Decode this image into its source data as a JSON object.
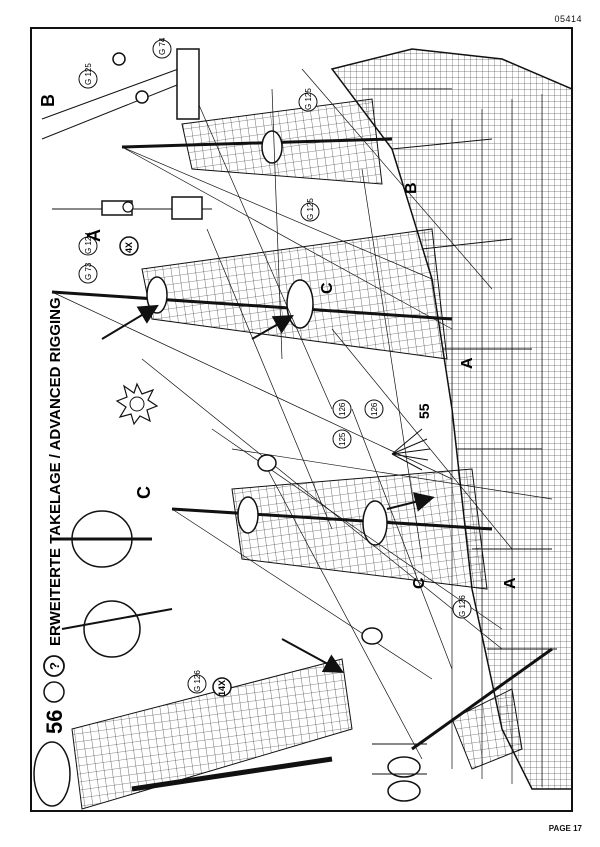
{
  "header": {
    "code": "05414"
  },
  "footer": {
    "page": "PAGE 17"
  },
  "step": {
    "number": "56",
    "title": "ERWEITERTE TAKELAGE / ADVANCED RIGGING"
  },
  "detail_labels": {
    "a": "A",
    "b": "B",
    "c": "C"
  },
  "parts": {
    "g125": "G 125",
    "g124": "G 124",
    "g126": "G 126",
    "g73": "G 73",
    "g74": "G 74",
    "p125": "125",
    "p126": "126",
    "g": "G"
  },
  "multipliers": {
    "x4": "4X",
    "x14": "14X"
  },
  "callouts": {
    "part55": "55",
    "mark_a": "A",
    "mark_b": "B",
    "mark_c": "C"
  },
  "icons": {
    "glue": "glue-icon",
    "question": "question-icon",
    "gear": "star-gear-icon",
    "sun": "sunburst-icon"
  }
}
